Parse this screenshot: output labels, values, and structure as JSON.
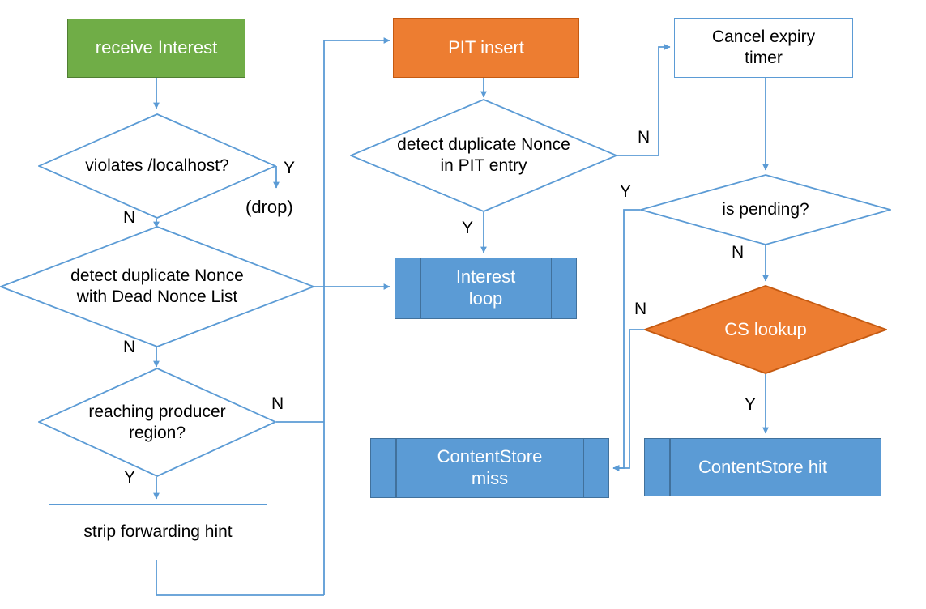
{
  "diagram": {
    "title": "NDN Interest processing pipeline flowchart",
    "colors": {
      "edge": "#5b9bd5",
      "start_fill": "#70ad47",
      "orange_fill": "#ed7d31",
      "blue_fill": "#5b9bd5",
      "white_fill": "#ffffff",
      "text_dark": "#000000",
      "text_light": "#ffffff"
    },
    "nodes": [
      {
        "id": "receive_interest",
        "label": "receive Interest",
        "shape": "process-green"
      },
      {
        "id": "violates_localhost",
        "label": "violates /localhost?",
        "shape": "decision"
      },
      {
        "id": "dup_nonce_dnl",
        "label": "detect duplicate Nonce\nwith Dead Nonce List",
        "shape": "decision"
      },
      {
        "id": "reaching_producer",
        "label": "reaching producer\nregion?",
        "shape": "decision"
      },
      {
        "id": "strip_hint",
        "label": "strip forwarding hint",
        "shape": "process"
      },
      {
        "id": "pit_insert",
        "label": "PIT insert",
        "shape": "process-orange"
      },
      {
        "id": "dup_nonce_pit",
        "label": "detect duplicate Nonce\nin PIT entry",
        "shape": "decision"
      },
      {
        "id": "interest_loop",
        "label": "Interest\nloop",
        "shape": "predefined-process"
      },
      {
        "id": "cancel_timer",
        "label": "Cancel expiry\ntimer",
        "shape": "process"
      },
      {
        "id": "is_pending",
        "label": "is pending?",
        "shape": "decision"
      },
      {
        "id": "cs_lookup",
        "label": "CS lookup",
        "shape": "decision-orange"
      },
      {
        "id": "cs_miss",
        "label": "ContentStore\nmiss",
        "shape": "predefined-process"
      },
      {
        "id": "cs_hit",
        "label": "ContentStore hit",
        "shape": "predefined-process"
      }
    ],
    "free_text": [
      {
        "id": "drop",
        "label": "(drop)"
      }
    ],
    "edge_labels": [
      {
        "id": "violates_y",
        "label": "Y"
      },
      {
        "id": "violates_n",
        "label": "N"
      },
      {
        "id": "dnl_n",
        "label": "N"
      },
      {
        "id": "producer_n",
        "label": "N"
      },
      {
        "id": "producer_y",
        "label": "Y"
      },
      {
        "id": "pit_dup_y",
        "label": "Y"
      },
      {
        "id": "pit_dup_n",
        "label": "N"
      },
      {
        "id": "pending_y",
        "label": "Y"
      },
      {
        "id": "pending_n",
        "label": "N"
      },
      {
        "id": "cs_lookup_n",
        "label": "N"
      },
      {
        "id": "cs_lookup_y",
        "label": "Y"
      }
    ]
  }
}
